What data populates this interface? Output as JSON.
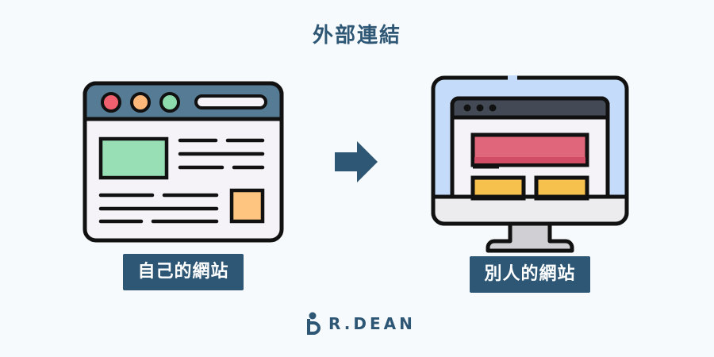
{
  "title": "外部連結",
  "left_label": "自己的網站",
  "right_label": "別人的網站",
  "brand": {
    "text": "R.DEAN"
  },
  "colors": {
    "accent": "#2e5675",
    "red_dot": "#f0606e",
    "orange_dot": "#fdb87a",
    "green_dot": "#8ddcae",
    "green_block": "#98dfb5",
    "orange_block": "#fdc57f",
    "red_banner": "#e0677b",
    "yellow_block": "#f6c24d",
    "screen_blue": "#c4dcf9"
  },
  "icons": {
    "left": "browser-window-icon",
    "arrow": "arrow-right-icon",
    "right": "desktop-monitor-icon",
    "brand": "dr-dean-logo-icon"
  }
}
